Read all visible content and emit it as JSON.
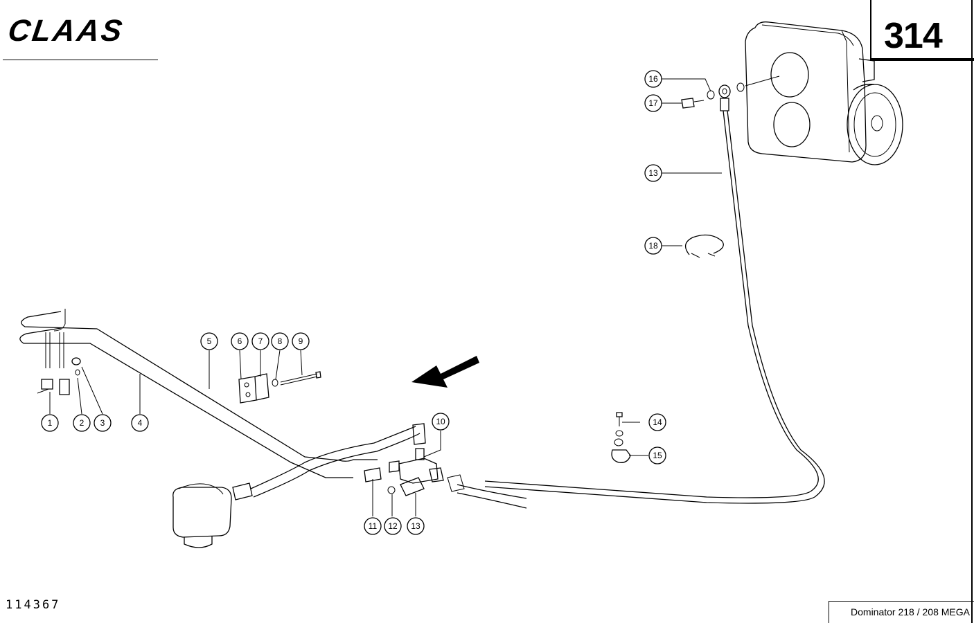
{
  "header": {
    "brand_logo": "CLAAS",
    "page_number": "314"
  },
  "footer": {
    "drawing_number": "114367",
    "model_name": "Dominator 218 / 208 MEGA"
  },
  "callouts": {
    "c1": "1",
    "c2": "2",
    "c3": "3",
    "c4": "4",
    "c5": "5",
    "c6": "6",
    "c7": "7",
    "c8": "8",
    "c9": "9",
    "c10": "10",
    "c11": "11",
    "c12": "12",
    "c13a": "13",
    "c13b": "13",
    "c14": "14",
    "c15": "15",
    "c16": "16",
    "c17": "17",
    "c18": "18"
  }
}
